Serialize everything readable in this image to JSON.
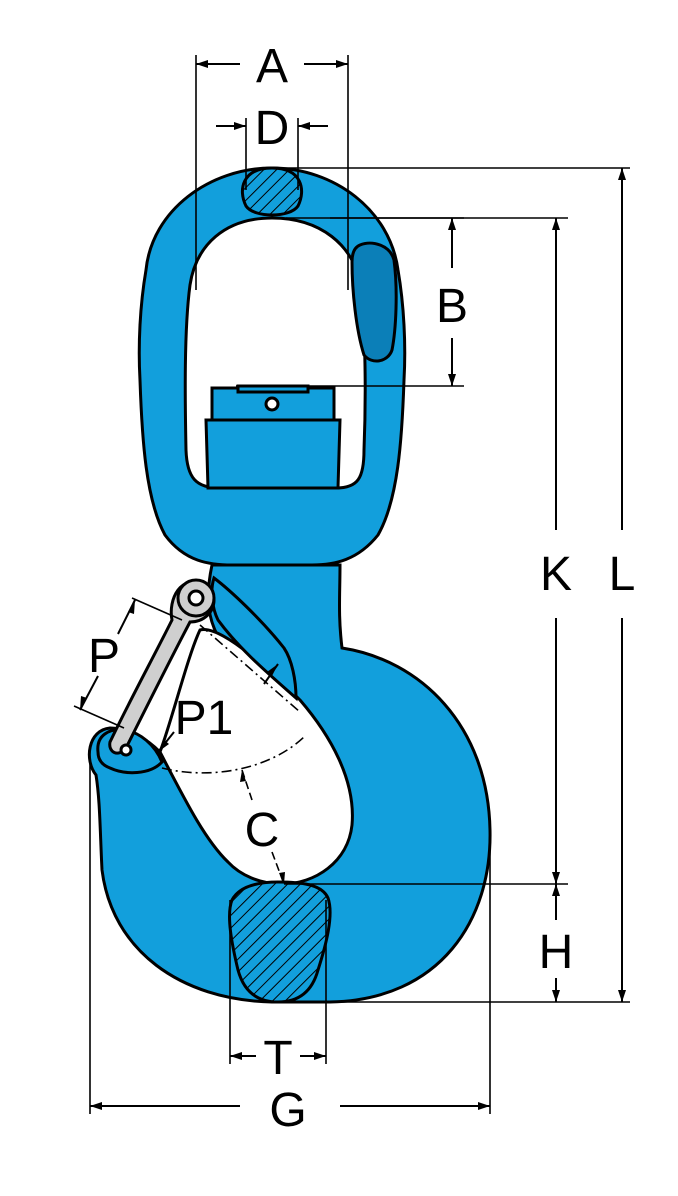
{
  "diagram": {
    "labels": {
      "A": "A",
      "D": "D",
      "B": "B",
      "K": "K",
      "L": "L",
      "P": "P",
      "P1": "P1",
      "C": "C",
      "H": "H",
      "T": "T",
      "G": "G"
    },
    "colors": {
      "hook_body": "#129fdc",
      "hook_dark": "#0b7fb8",
      "latch": "#cfcfcf",
      "outline": "#000000"
    }
  }
}
